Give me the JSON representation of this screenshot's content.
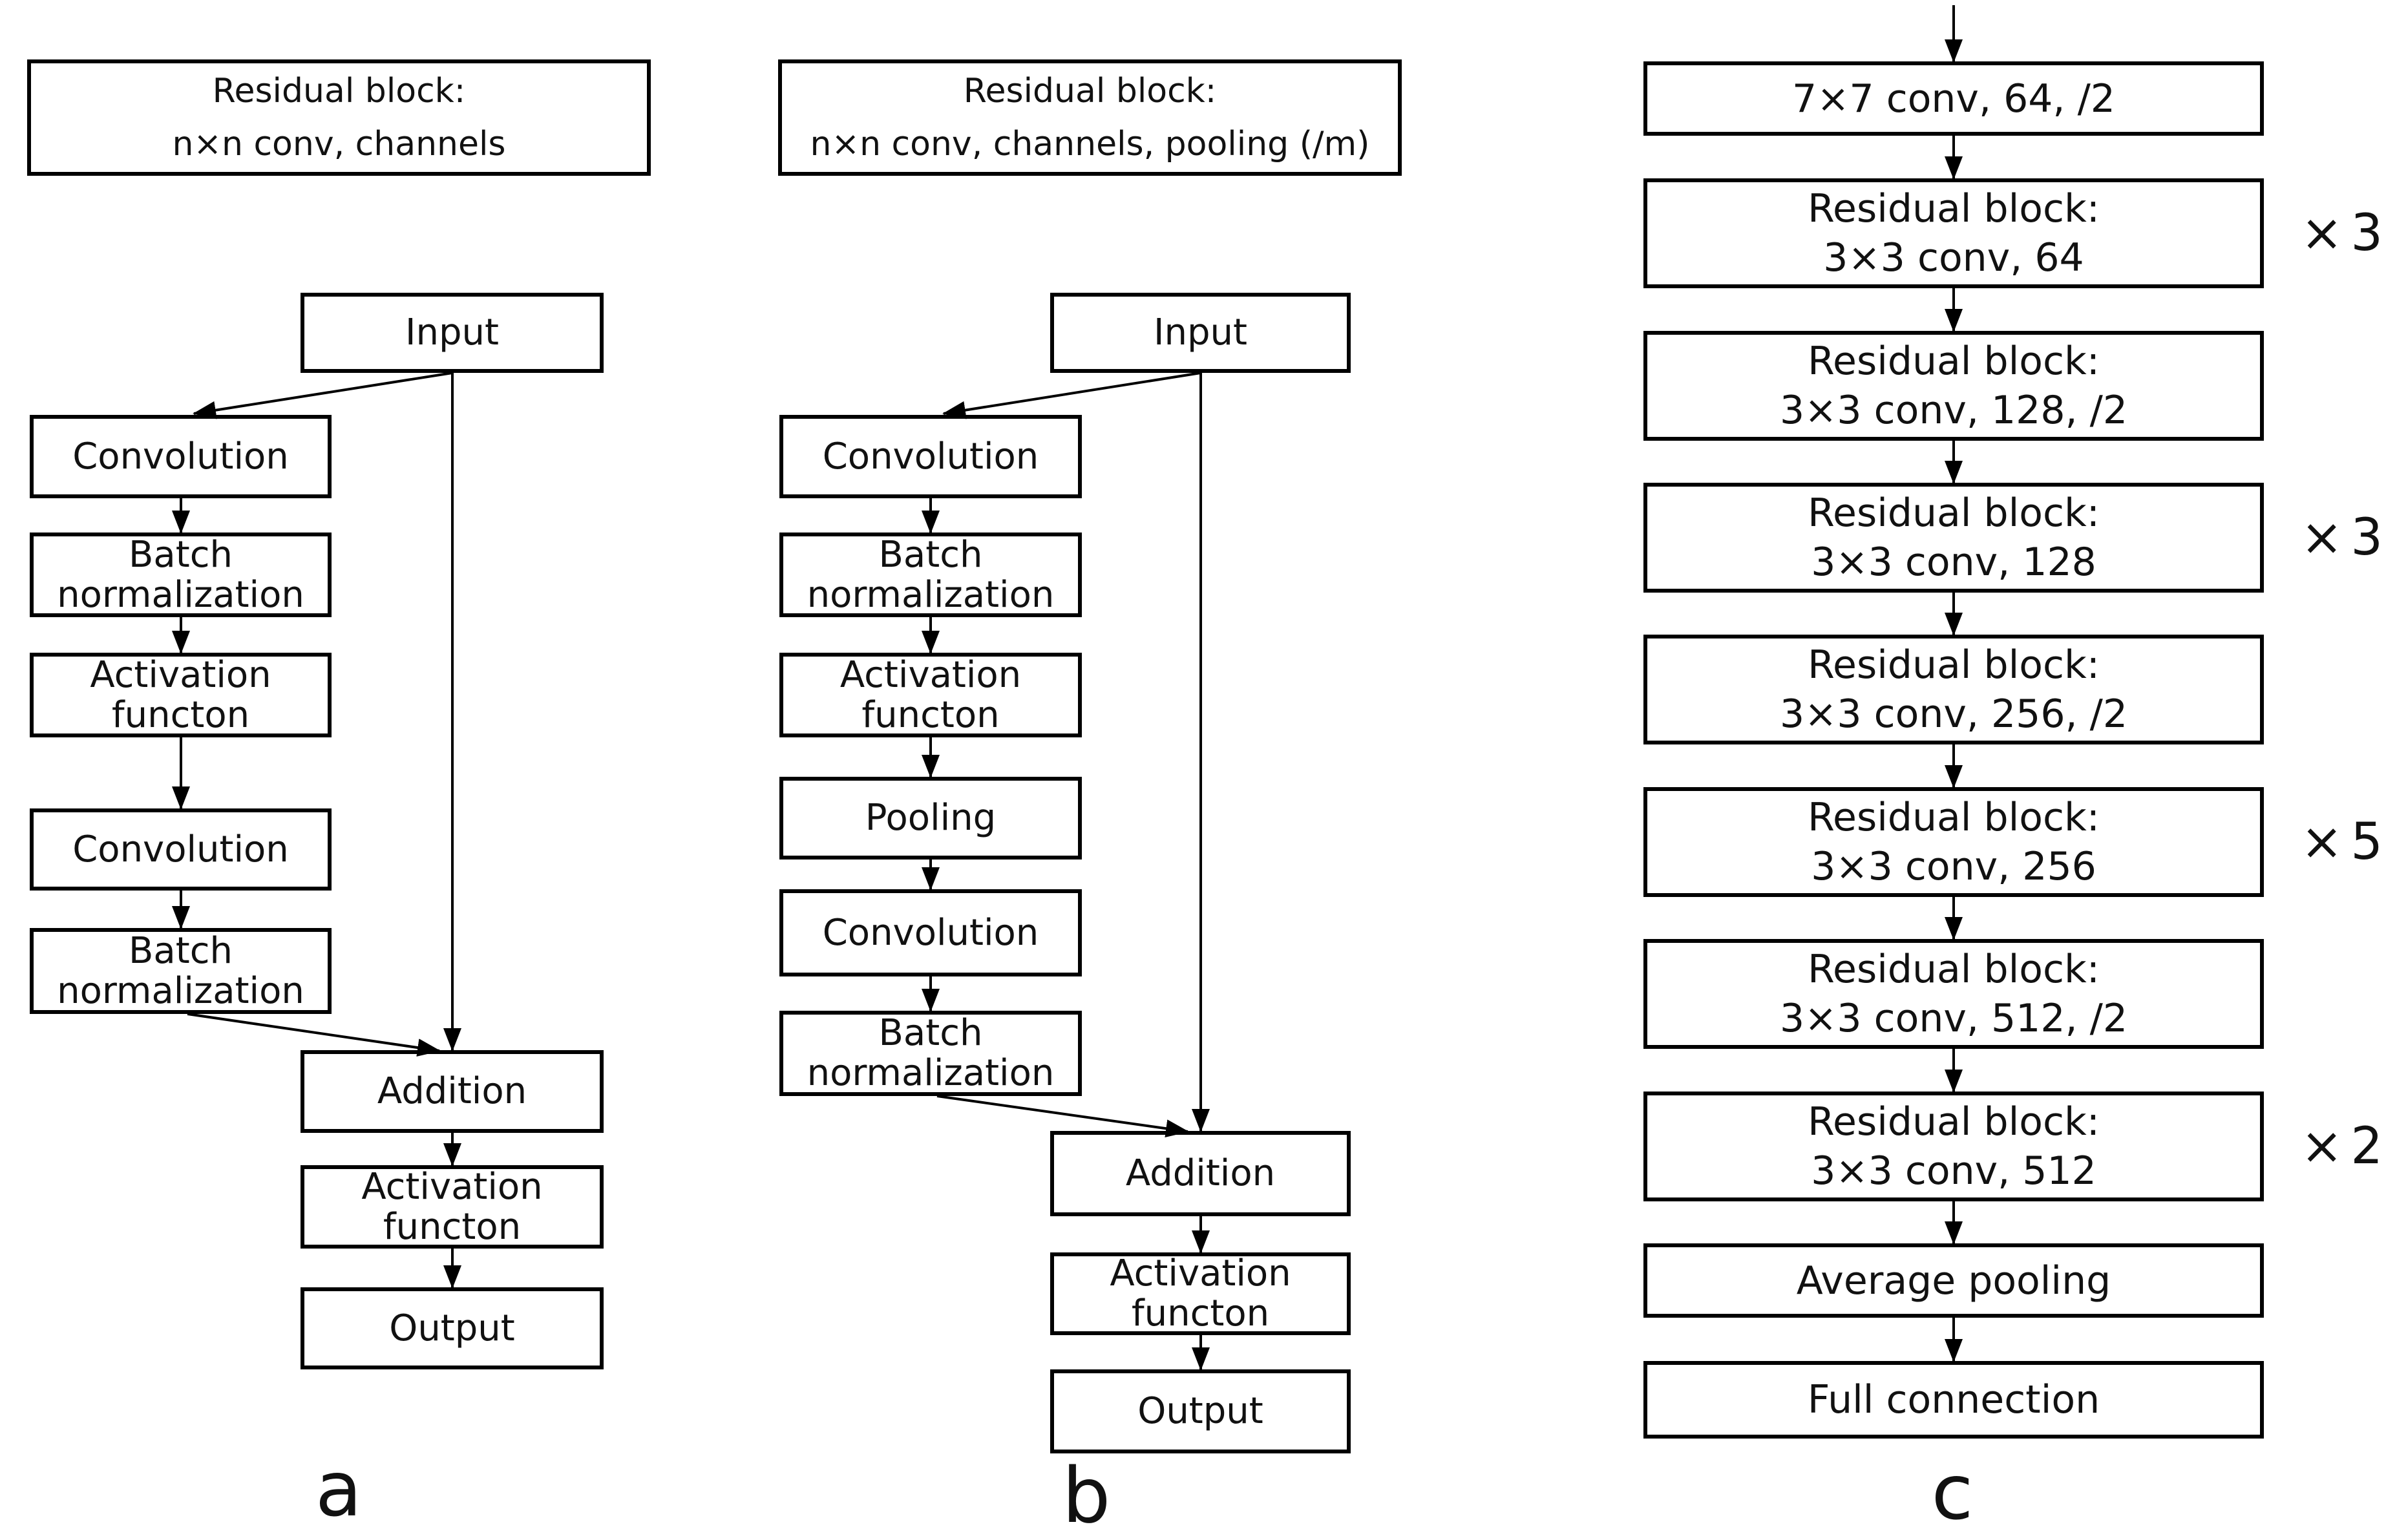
{
  "colors": {
    "ink": "#000000",
    "background": "#ffffff"
  },
  "panel_a": {
    "header": "Residual block:\nn×n conv, channels",
    "letter": "a",
    "boxes": {
      "input": "Input",
      "conv1": "Convolution",
      "bn1": "Batch\nnormalization",
      "act1": "Activation\nfuncton",
      "conv2": "Convolution",
      "bn2": "Batch\nnormalization",
      "addition": "Addition",
      "act2": "Activation\nfuncton",
      "output": "Output"
    }
  },
  "panel_b": {
    "header": "Residual block:\nn×n conv, channels, pooling (/m)",
    "letter": "b",
    "boxes": {
      "input": "Input",
      "conv1": "Convolution",
      "bn1": "Batch\nnormalization",
      "act1": "Activation\nfuncton",
      "pooling": "Pooling",
      "conv2": "Convolution",
      "bn2": "Batch\nnormalization",
      "addition": "Addition",
      "act2": "Activation\nfuncton",
      "output": "Output"
    }
  },
  "panel_c": {
    "letter": "c",
    "boxes": [
      "7×7 conv, 64, /2",
      "Residual block:\n3×3 conv, 64",
      "Residual block:\n3×3 conv, 128, /2",
      "Residual block:\n3×3 conv, 128",
      "Residual block:\n3×3 conv, 256, /2",
      "Residual block:\n3×3 conv, 256",
      "Residual block:\n3×3 conv, 512, /2",
      "Residual block:\n3×3 conv, 512",
      "Average pooling",
      "Full connection"
    ],
    "multipliers": {
      "m2": "×3",
      "m4": "×3",
      "m6": "×5",
      "m8": "×2"
    }
  }
}
